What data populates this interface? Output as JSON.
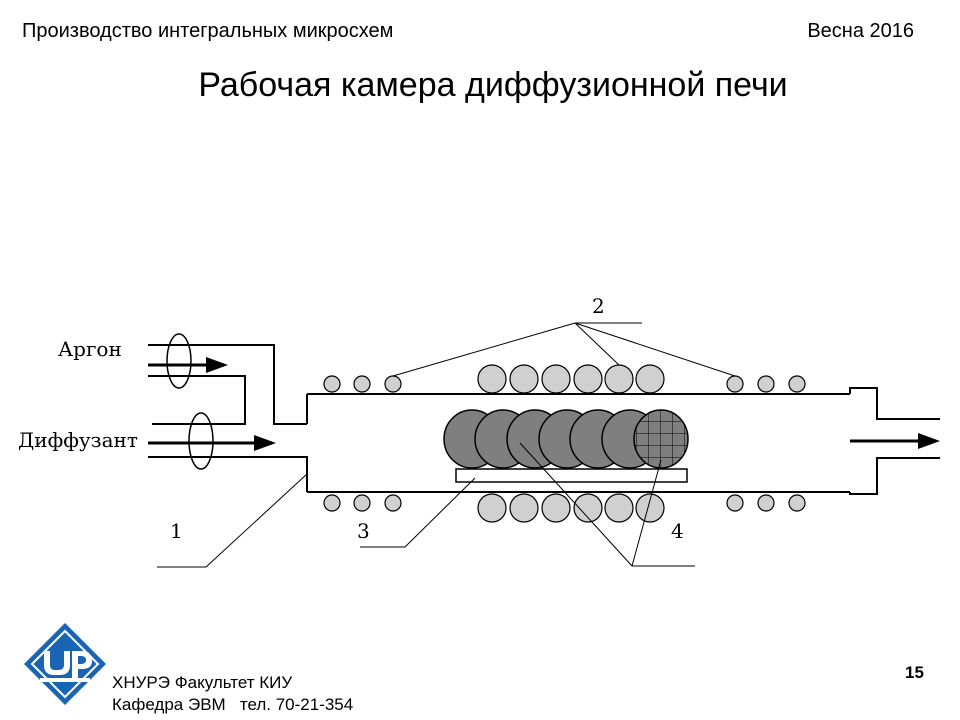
{
  "header": {
    "course": "Производство интегральных микросхем",
    "term": "Весна 2016"
  },
  "slide": {
    "title": "Рабочая камера диффузионной печи",
    "page_number": "15"
  },
  "diagram": {
    "labels": {
      "argon": "Аргон",
      "diffusant": "Диффузант",
      "n1": "1",
      "n2": "2",
      "n3": "3",
      "n4": "4"
    },
    "colors": {
      "wafer": "#7f7f7f",
      "heater": "#d0d0d0",
      "line": "#000000"
    }
  },
  "footer": {
    "line1": "ХНУРЭ Факультет КИУ",
    "line2": "Кафедра ЭВМ   тел. 70-21-354"
  },
  "logo": {
    "icon": "university-logo-icon",
    "color": "#1a64b4"
  }
}
